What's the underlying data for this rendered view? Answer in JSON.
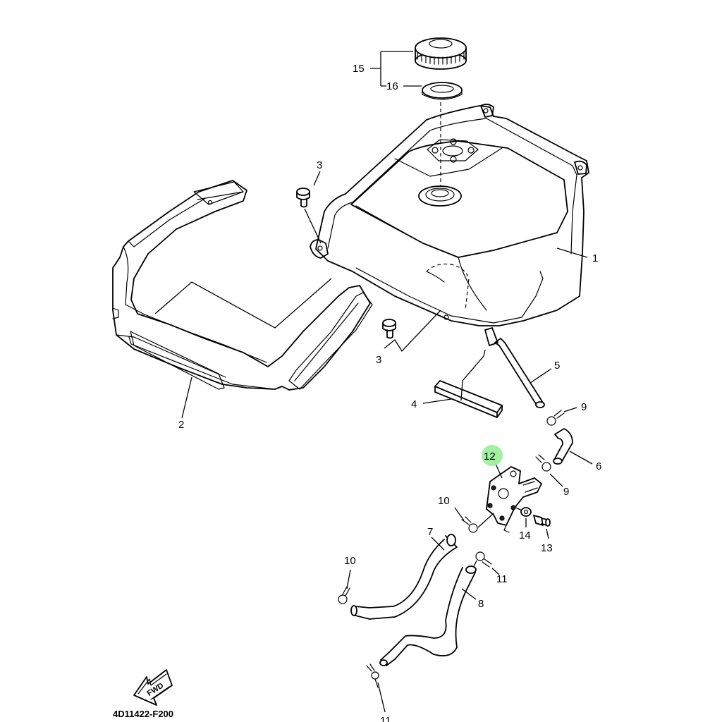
{
  "diagram": {
    "code": "4D11422-F200",
    "fwd_label": "FWD",
    "highlight_color": "#90ee90",
    "callouts": {
      "c1": "1",
      "c2": "2",
      "c3a": "3",
      "c3b": "3",
      "c4": "4",
      "c5": "5",
      "c6": "6",
      "c7": "7",
      "c8": "8",
      "c9a": "9",
      "c9b": "9",
      "c10a": "10",
      "c10b": "10",
      "c11a": "11",
      "c11b": "11",
      "c12": "12",
      "c13": "13",
      "c14": "14",
      "c15": "15",
      "c16": "16"
    }
  }
}
